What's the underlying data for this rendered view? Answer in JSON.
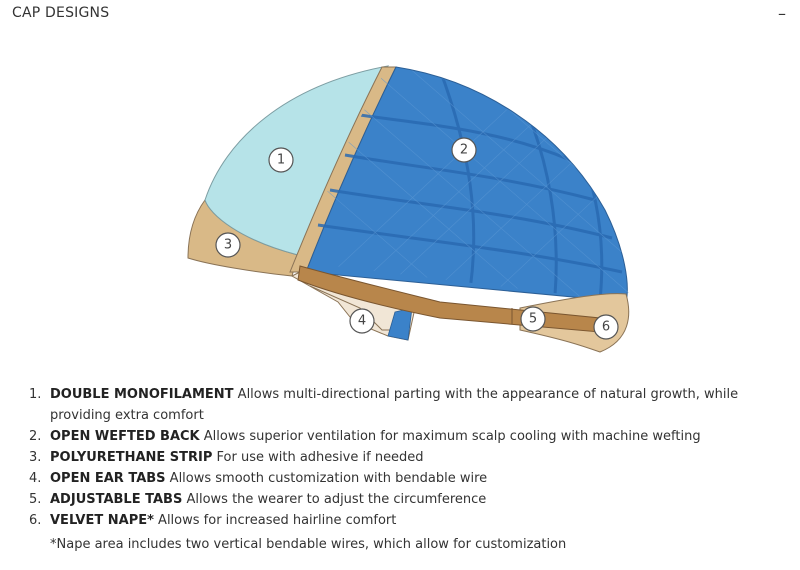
{
  "header": {
    "title": "CAP DESIGNS",
    "collapse_label": "–"
  },
  "diagram": {
    "colors": {
      "monofilament": "#b6e3e8",
      "wefted_back": "#3b82c9",
      "poly_strip": "#d9b987",
      "tab_strap": "#b8864b",
      "ear_tab": "#f1e6d6"
    },
    "callouts": [
      "1",
      "2",
      "3",
      "4",
      "5",
      "6"
    ]
  },
  "features": [
    {
      "number": "1.",
      "name": "DOUBLE MONOFILAMENT",
      "description": " Allows multi-directional parting with the appearance of natural growth, while providing extra comfort"
    },
    {
      "number": "2.",
      "name": "OPEN WEFTED BACK",
      "description": " Allows superior ventilation for maximum scalp cooling with machine wefting"
    },
    {
      "number": "3.",
      "name": "POLYURETHANE STRIP",
      "description": " For use with adhesive if needed"
    },
    {
      "number": "4.",
      "name": "OPEN EAR TABS",
      "description": " Allows smooth customization with bendable wire"
    },
    {
      "number": "5.",
      "name": "ADJUSTABLE TABS",
      "description": " Allows the wearer to adjust the circumference"
    },
    {
      "number": "6.",
      "name": "VELVET NAPE*",
      "description": " Allows for increased hairline comfort"
    }
  ],
  "footnote": "*Nape area includes two vertical bendable wires, which allow for customization"
}
